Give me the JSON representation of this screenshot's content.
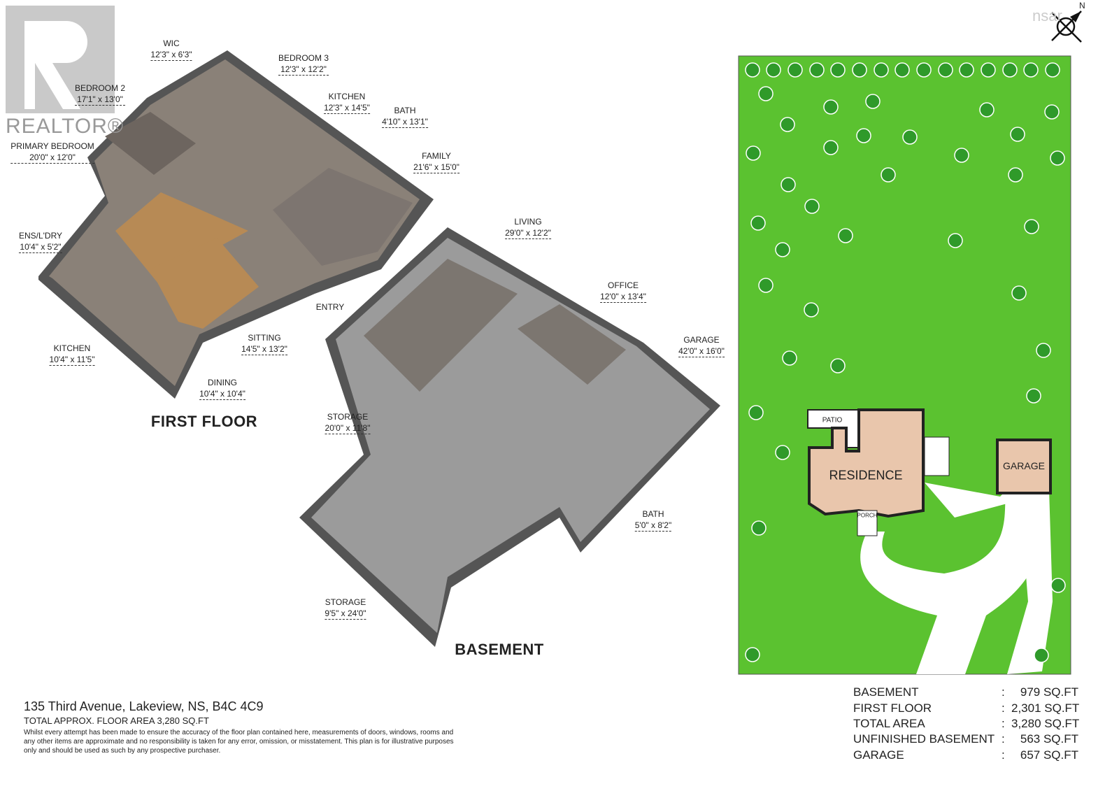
{
  "logos": {
    "realtor": "REALTOR®",
    "nsar": "nsar"
  },
  "compass": {
    "label": "N"
  },
  "first_floor": {
    "title": "FIRST FLOOR",
    "rooms": [
      {
        "name": "WIC",
        "dim": "12'3\" x 6'3\""
      },
      {
        "name": "BEDROOM 3",
        "dim": "12'3\" x 12'2\""
      },
      {
        "name": "BEDROOM 2",
        "dim": "17'1\" x 13'0\""
      },
      {
        "name": "KITCHEN",
        "dim": "12'3\" x 14'5\""
      },
      {
        "name": "BATH",
        "dim": "4'10\" x 13'1\""
      },
      {
        "name": "PRIMARY BEDROOM",
        "dim": "20'0\" x 12'0\""
      },
      {
        "name": "FAMILY",
        "dim": "21'6\" x 15'0\""
      },
      {
        "name": "ENS/L'DRY",
        "dim": "10'4\" x 5'2\""
      },
      {
        "name": "ENTRY",
        "dim": ""
      },
      {
        "name": "SITTING",
        "dim": "14'5\" x 13'2\""
      },
      {
        "name": "KITCHEN",
        "dim": "10'4\" x 11'5\""
      },
      {
        "name": "DINING",
        "dim": "10'4\" x 10'4\""
      }
    ]
  },
  "basement": {
    "title": "BASEMENT",
    "rooms": [
      {
        "name": "LIVING",
        "dim": "29'0\" x 12'2\""
      },
      {
        "name": "OFFICE",
        "dim": "12'0\" x 13'4\""
      },
      {
        "name": "GARAGE",
        "dim": "42'0\" x 16'0\""
      },
      {
        "name": "STORAGE",
        "dim": "20'0\" x 11'8\""
      },
      {
        "name": "BATH",
        "dim": "5'0\" x 8'2\""
      },
      {
        "name": "STORAGE",
        "dim": "9'5\" x 24'0\""
      }
    ]
  },
  "site_plan": {
    "residence": "RESIDENCE",
    "garage": "GARAGE",
    "patio": "PATIO",
    "porch": "PORCH",
    "colors": {
      "lawn": "#5bc230",
      "building": "#e9c6ac",
      "tree": "#2f9a2a"
    }
  },
  "footer": {
    "address": "135 Third Avenue, Lakeview, NS, B4C 4C9",
    "total": "TOTAL APPROX. FLOOR AREA 3,280 SQ.FT",
    "disclaimer": "Whilst every attempt has been made to ensure the accuracy of the floor plan contained here, measurements of doors, windows, rooms and any other items are approximate and no responsibility is taken for any error, omission, or misstatement. This plan is for illustrative purposes only and should be used as such by any prospective purchaser."
  },
  "areas": [
    {
      "label": "BASEMENT",
      "value": "979 SQ.FT"
    },
    {
      "label": "FIRST FLOOR",
      "value": "2,301 SQ.FT"
    },
    {
      "label": "TOTAL AREA",
      "value": "3,280 SQ.FT"
    },
    {
      "label": "UNFINISHED BASEMENT",
      "value": "563 SQ.FT"
    },
    {
      "label": "GARAGE",
      "value": "657 SQ.FT"
    }
  ]
}
